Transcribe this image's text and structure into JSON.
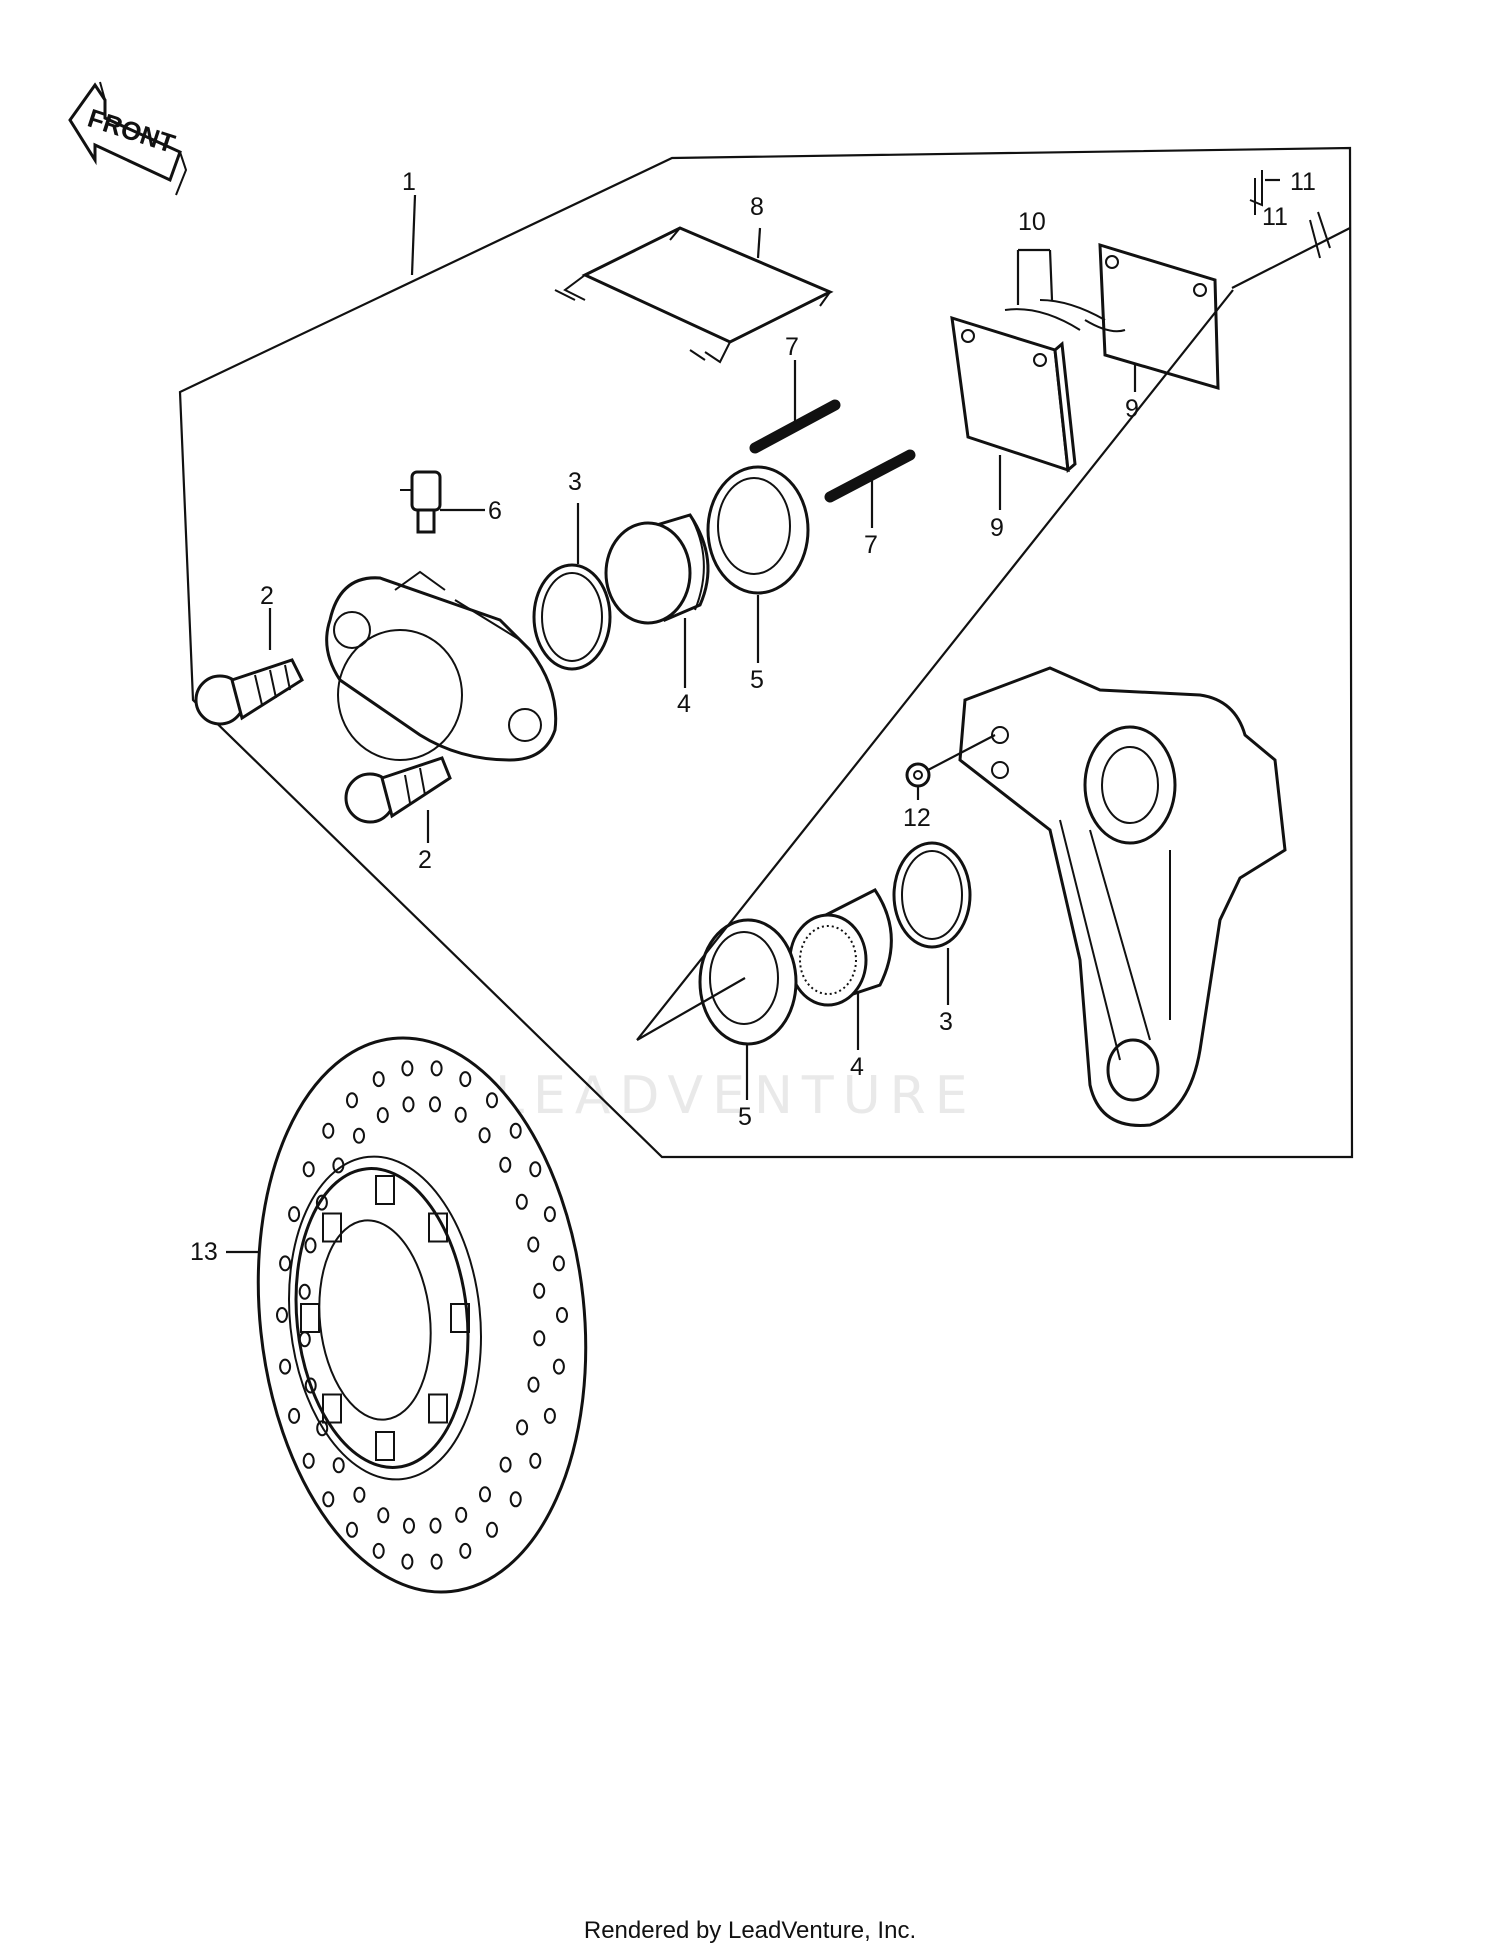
{
  "orientation_label": "FRONT",
  "watermark": "LEADVENTURE",
  "footer": "Rendered by LeadVenture, Inc.",
  "callouts": [
    "1",
    "2",
    "2",
    "3",
    "3",
    "4",
    "4",
    "5",
    "5",
    "6",
    "7",
    "7",
    "8",
    "9",
    "9",
    "10",
    "11",
    "11",
    "12",
    "13"
  ]
}
